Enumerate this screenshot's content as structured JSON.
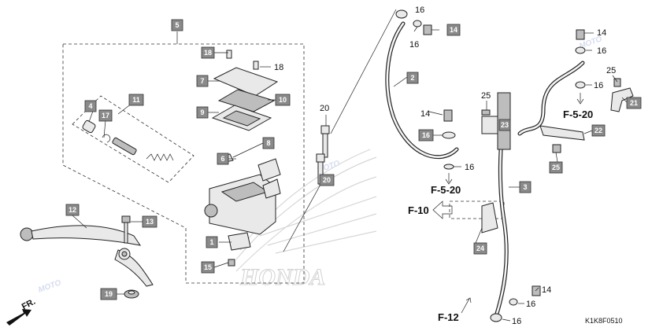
{
  "callouts": {
    "p1": "1",
    "p2": "2",
    "p3": "3",
    "p4": "4",
    "p5": "5",
    "p6": "6",
    "p7": "7",
    "p8": "8",
    "p9": "9",
    "p10": "10",
    "p11": "11",
    "p12": "12",
    "p13": "13",
    "p14": "14",
    "p15": "15",
    "p16": "16",
    "p17": "17",
    "p18": "18",
    "p19": "19",
    "p20": "20",
    "p21": "21",
    "p22": "22",
    "p23": "23",
    "p24": "24",
    "p25": "25"
  },
  "references": {
    "f520": "F-5-20",
    "f10": "F-10",
    "f12": "F-12"
  },
  "direction": "FR.",
  "drawing_code": "K1K8F0510",
  "watermark": {
    "brand": "HONDA",
    "moto": "MOTO"
  }
}
